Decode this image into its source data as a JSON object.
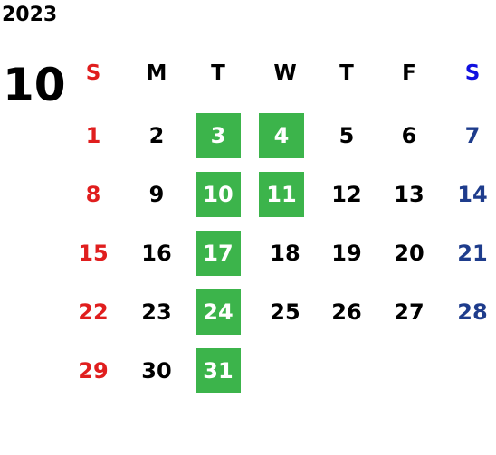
{
  "year": "2023",
  "month": "10",
  "weekdays": [
    "S",
    "M",
    "T",
    "W",
    "T",
    "F",
    "S"
  ],
  "weeks": [
    [
      "",
      "",
      "3",
      "4",
      "5",
      "6",
      "7"
    ],
    [
      "8",
      "9",
      "10",
      "11",
      "12",
      "13",
      "14"
    ],
    [
      "15",
      "16",
      "17",
      "18",
      "19",
      "20",
      "21"
    ],
    [
      "22",
      "23",
      "24",
      "25",
      "26",
      "27",
      "28"
    ],
    [
      "29",
      "30",
      "31",
      "",
      "",
      "",
      ""
    ]
  ],
  "first_day": "1",
  "first_day_2": "2",
  "highlighted_days": [
    "3",
    "4",
    "10",
    "11",
    "17",
    "24",
    "31"
  ],
  "colors": {
    "sunday": "#e01e1e",
    "saturday_header": "#1010e0",
    "saturday": "#1e3c8c",
    "highlight_bg": "#3cb44b",
    "highlight_text": "#ffffff"
  }
}
